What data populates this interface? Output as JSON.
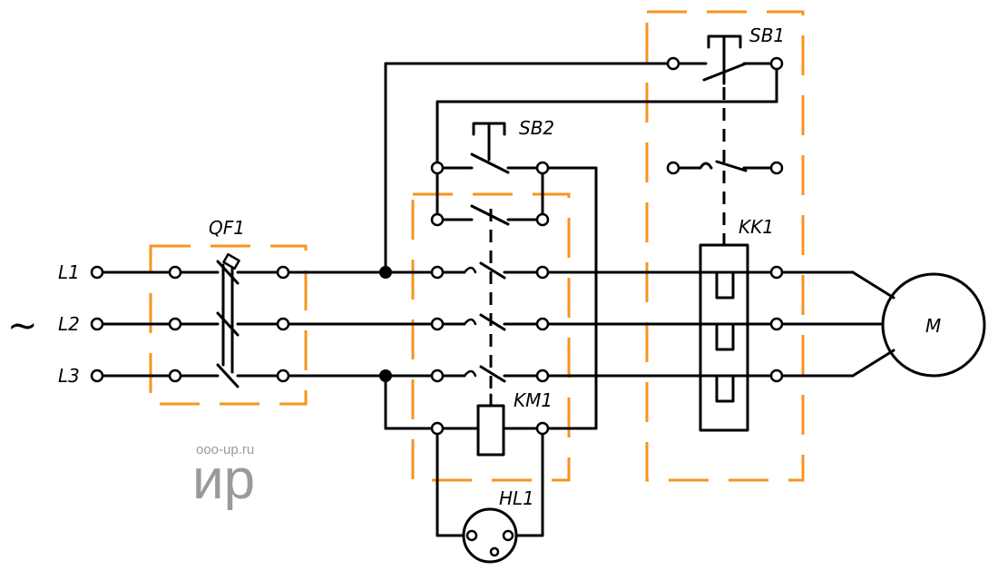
{
  "source_symbol": "~",
  "phases": [
    "L1",
    "L2",
    "L3"
  ],
  "components": {
    "circuit_breaker": "QF1",
    "contactor": "KM1",
    "start_button": "SB2",
    "stop_button": "SB1",
    "thermal_relay": "KK1",
    "indicator_lamp": "HL1",
    "motor": "M"
  },
  "colors": {
    "wire": "#000000",
    "enclosure_outline": "#f7941d",
    "watermark": "#9a9a9a"
  },
  "watermark": {
    "site": "ooo-up.ru",
    "logo": "ир"
  }
}
